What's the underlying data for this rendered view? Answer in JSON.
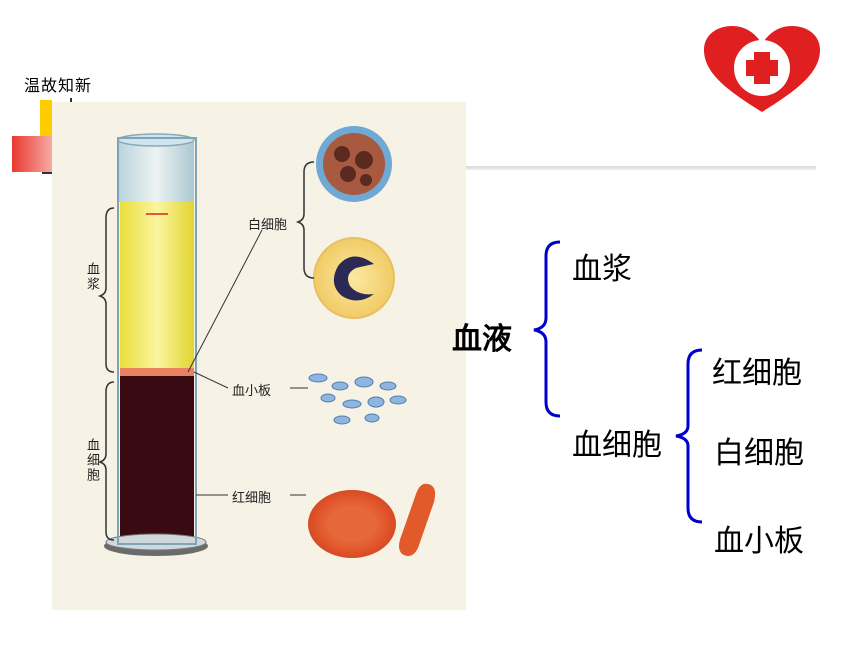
{
  "header": {
    "section_title": "温故知新"
  },
  "logo": {
    "icon": "red-heart-cross-icon",
    "color": "#e02020"
  },
  "figure": {
    "vertical_labels": {
      "plasma": "血浆",
      "blood_cells": "血细胞"
    },
    "labels": {
      "white_cells": "白细胞",
      "platelets": "血小板",
      "red_cells": "红细胞"
    }
  },
  "tree": {
    "root": "血液",
    "branch_plasma": "血浆",
    "branch_cells": "血细胞",
    "cells": [
      "红细胞",
      "白细胞",
      "血小板"
    ],
    "brace_color": "#0000cc"
  }
}
